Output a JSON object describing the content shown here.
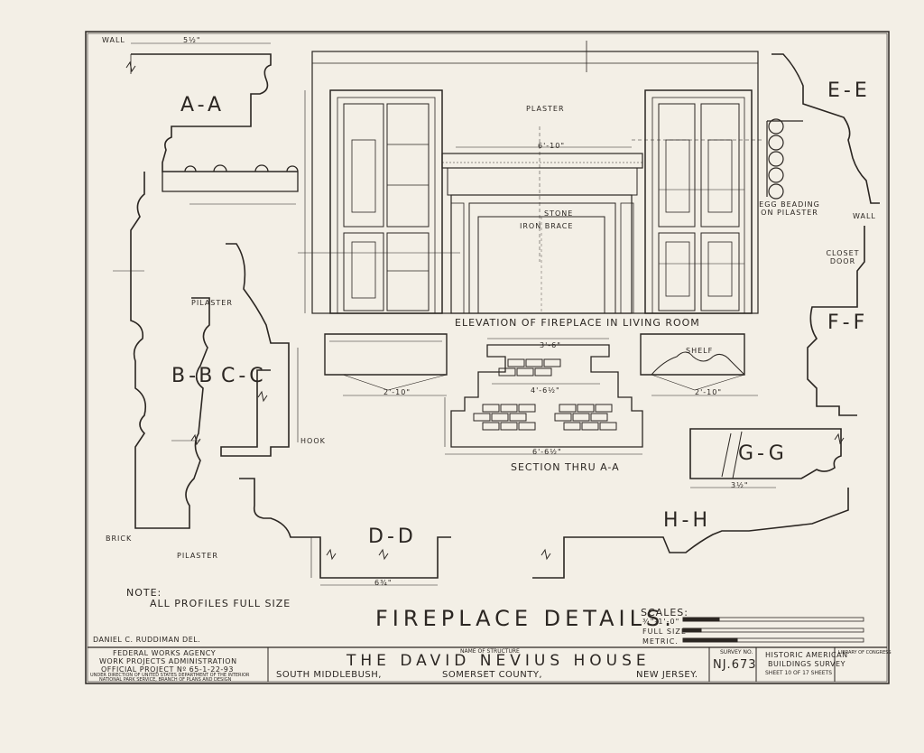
{
  "profiles": {
    "aa": "A-A",
    "bb": "B-B",
    "cc": "C-C",
    "dd": "D-D",
    "ee": "E-E",
    "ff": "F-F",
    "gg": "G-G",
    "hh": "H-H"
  },
  "labels": {
    "wall_top": "WALL",
    "wall_right": "WALL",
    "plaster": "PLASTER",
    "stone": "STONE",
    "iron_brace": "IRON BRACE",
    "pilaster_1": "PILASTER",
    "pilaster_2": "PILASTER",
    "brick": "BRICK",
    "hook": "HOOK",
    "closet_door": "CLOSET DOOR",
    "egg_beading": "EGG BEADING ON PILASTER",
    "shelf": "SHELF"
  },
  "dims": {
    "top_width": "5½\"",
    "mantel": "6'-10\"",
    "sec_top": "3'-6\"",
    "sec_mid": "4'-6½\"",
    "sec_bottom": "6'-6½\"",
    "shelf_left": "2'-10\"",
    "shelf_right": "2'-10\"",
    "gg_width": "3½\"",
    "dd_width": "6¾\""
  },
  "captions": {
    "elevation": "ELEVATION OF FIREPLACE IN LIVING ROOM",
    "section": "SECTION THRU A-A",
    "note": "NOTE:",
    "note_text": "ALL PROFILES FULL SIZE",
    "title": "FIREPLACE DETAILS."
  },
  "scales": {
    "label": "SCALES:",
    "s1": "¾\"-1'-0\"",
    "s2": "FULL SIZE",
    "s3": "METRIC."
  },
  "titleblock": {
    "draftsman": "DANIEL C. RUDDIMAN DEL.",
    "agency_1": "FEDERAL WORKS AGENCY",
    "agency_2": "WORK PROJECTS ADMINISTRATION",
    "agency_3": "OFFICIAL PROJECT Nº 65-1-22-93",
    "agency_4": "UNDER DIRECTION OF UNITED STATES DEPARTMENT OF THE INTERIOR",
    "agency_5": "NATIONAL PARK SERVICE, BRANCH OF PLANS AND DESIGN",
    "name_label": "NAME OF STRUCTURE",
    "house": "THE DAVID NEVIUS HOUSE",
    "town": "SOUTH MIDDLEBUSH,",
    "county": "SOMERSET COUNTY,",
    "state": "NEW JERSEY.",
    "survey_label": "SURVEY NO.",
    "survey_no": "NJ.673",
    "habs_1": "HISTORIC AMERICAN",
    "habs_2": "BUILDINGS SURVEY",
    "sheet": "SHEET 10 OF 17 SHEETS",
    "library": "LIBRARY OF CONGRESS"
  }
}
